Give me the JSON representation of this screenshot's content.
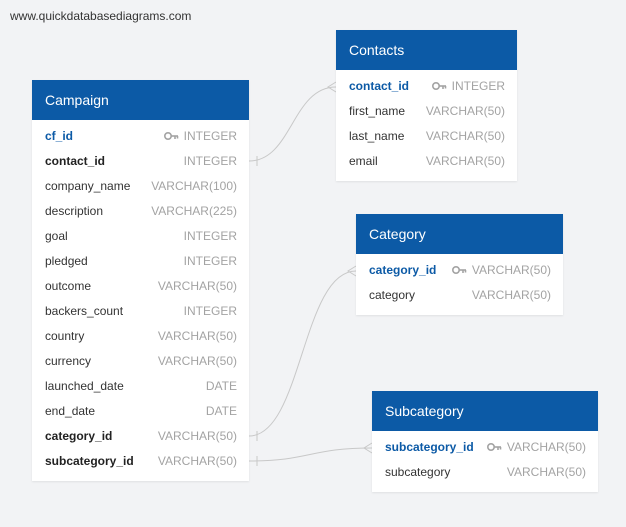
{
  "watermark": "www.quickdatabasediagrams.com",
  "colors": {
    "header": "#0c5aa6",
    "primary_key_text": "#0c5aa6",
    "type_text": "#a3a3a3",
    "connector": "#c8c8c8"
  },
  "tables": [
    {
      "id": "campaign",
      "title": "Campaign",
      "fields": [
        {
          "name": "cf_id",
          "type": "INTEGER",
          "pk": true,
          "fk": false
        },
        {
          "name": "contact_id",
          "type": "INTEGER",
          "pk": false,
          "fk": true
        },
        {
          "name": "company_name",
          "type": "VARCHAR(100)",
          "pk": false,
          "fk": false
        },
        {
          "name": "description",
          "type": "VARCHAR(225)",
          "pk": false,
          "fk": false
        },
        {
          "name": "goal",
          "type": "INTEGER",
          "pk": false,
          "fk": false
        },
        {
          "name": "pledged",
          "type": "INTEGER",
          "pk": false,
          "fk": false
        },
        {
          "name": "outcome",
          "type": "VARCHAR(50)",
          "pk": false,
          "fk": false
        },
        {
          "name": "backers_count",
          "type": "INTEGER",
          "pk": false,
          "fk": false
        },
        {
          "name": "country",
          "type": "VARCHAR(50)",
          "pk": false,
          "fk": false
        },
        {
          "name": "currency",
          "type": "VARCHAR(50)",
          "pk": false,
          "fk": false
        },
        {
          "name": "launched_date",
          "type": "DATE",
          "pk": false,
          "fk": false
        },
        {
          "name": "end_date",
          "type": "DATE",
          "pk": false,
          "fk": false
        },
        {
          "name": "category_id",
          "type": "VARCHAR(50)",
          "pk": false,
          "fk": true
        },
        {
          "name": "subcategory_id",
          "type": "VARCHAR(50)",
          "pk": false,
          "fk": true
        }
      ]
    },
    {
      "id": "contacts",
      "title": "Contacts",
      "fields": [
        {
          "name": "contact_id",
          "type": "INTEGER",
          "pk": true,
          "fk": false
        },
        {
          "name": "first_name",
          "type": "VARCHAR(50)",
          "pk": false,
          "fk": false
        },
        {
          "name": "last_name",
          "type": "VARCHAR(50)",
          "pk": false,
          "fk": false
        },
        {
          "name": "email",
          "type": "VARCHAR(50)",
          "pk": false,
          "fk": false
        }
      ]
    },
    {
      "id": "category",
      "title": "Category",
      "fields": [
        {
          "name": "category_id",
          "type": "VARCHAR(50)",
          "pk": true,
          "fk": false
        },
        {
          "name": "category",
          "type": "VARCHAR(50)",
          "pk": false,
          "fk": false
        }
      ]
    },
    {
      "id": "subcategory",
      "title": "Subcategory",
      "fields": [
        {
          "name": "subcategory_id",
          "type": "VARCHAR(50)",
          "pk": true,
          "fk": false
        },
        {
          "name": "subcategory",
          "type": "VARCHAR(50)",
          "pk": false,
          "fk": false
        }
      ]
    }
  ],
  "relationships": [
    {
      "from_table": "campaign",
      "from_field": "contact_id",
      "to_table": "contacts",
      "to_field": "contact_id",
      "from_cardinality": "one",
      "to_cardinality": "many"
    },
    {
      "from_table": "campaign",
      "from_field": "category_id",
      "to_table": "category",
      "to_field": "category_id",
      "from_cardinality": "one",
      "to_cardinality": "many"
    },
    {
      "from_table": "campaign",
      "from_field": "subcategory_id",
      "to_table": "subcategory",
      "to_field": "subcategory_id",
      "from_cardinality": "one",
      "to_cardinality": "many"
    }
  ]
}
